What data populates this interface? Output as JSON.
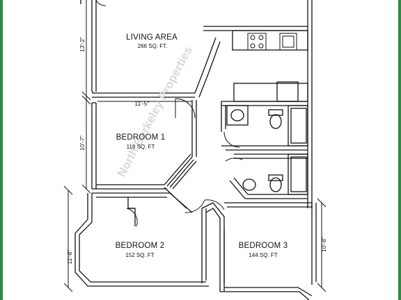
{
  "watermark": "North Berkeley Properties",
  "rooms": {
    "living": {
      "name": "LIVING AREA",
      "area": "266 SQ. FT."
    },
    "bedroom1": {
      "name": "BEDROOM 1",
      "area": "118 SQ. FT"
    },
    "bedroom2": {
      "name": "BEDROOM 2",
      "area": "152 SQ. FT"
    },
    "bedroom3": {
      "name": "BEDROOM 3",
      "area": "144 SQ. FT"
    }
  },
  "dimensions": {
    "living_height": "13'-2\"",
    "bedroom1_width": "11'-5\"",
    "bedroom1_height": "10'-7\"",
    "bedroom2_height": "11'-8\"",
    "bedroom3_height": "10'-8\""
  },
  "colors": {
    "frame": "#2d8a3e",
    "paper": "#ffffff",
    "ink": "#111111"
  }
}
